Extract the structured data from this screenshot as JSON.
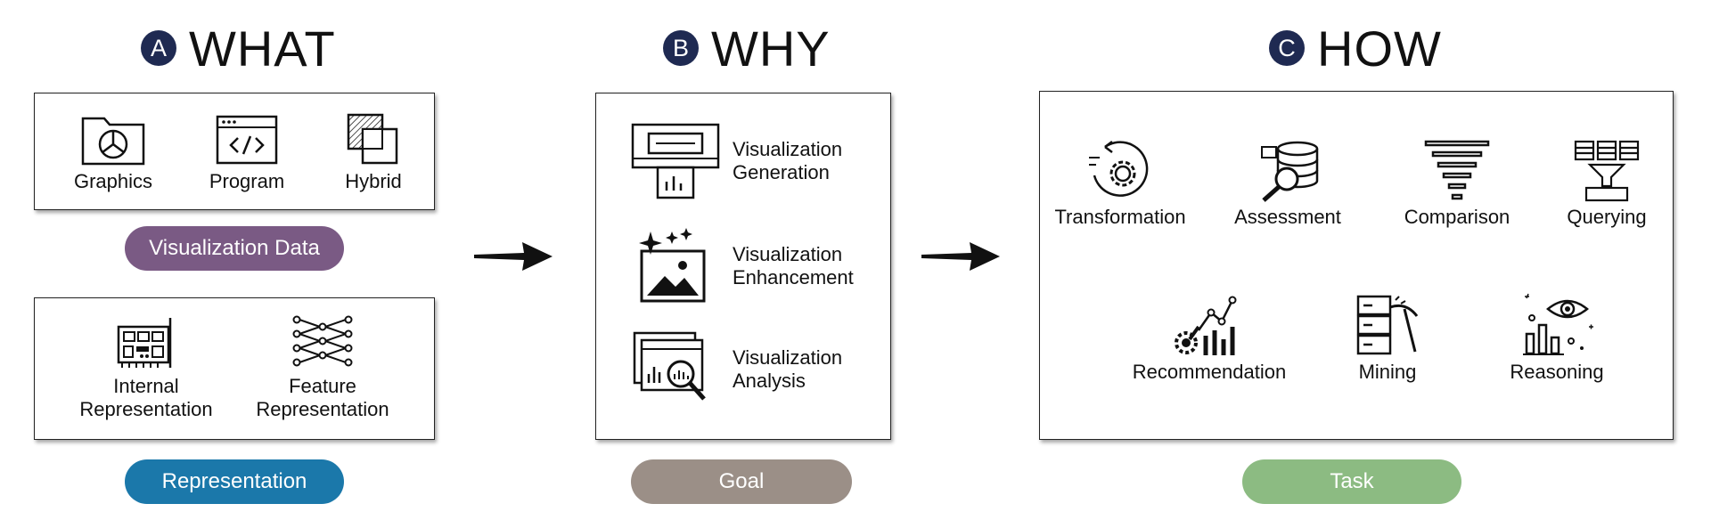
{
  "what": {
    "badge": "A",
    "title": "WHAT",
    "data_items": [
      {
        "icon": "pie-chart-folder-icon",
        "label": "Graphics"
      },
      {
        "icon": "code-window-icon",
        "label": "Program"
      },
      {
        "icon": "hybrid-layers-icon",
        "label": "Hybrid"
      }
    ],
    "data_label": "Visualization Data",
    "data_color": "#7a5a84",
    "rep_items": [
      {
        "icon": "circuit-board-icon",
        "line1": "Internal",
        "line2": "Representation"
      },
      {
        "icon": "neural-network-icon",
        "line1": "Feature",
        "line2": "Representation"
      }
    ],
    "rep_label": "Representation",
    "rep_color": "#1b78aa"
  },
  "why": {
    "badge": "B",
    "title": "WHY",
    "goals": [
      {
        "icon": "chart-generator-icon",
        "line1": "Visualization",
        "line2": "Generation"
      },
      {
        "icon": "sparkle-image-icon",
        "line1": "Visualization",
        "line2": "Enhancement"
      },
      {
        "icon": "chart-magnifier-icon",
        "line1": "Visualization",
        "line2": "Analysis"
      }
    ],
    "label": "Goal",
    "color": "#9b8f87"
  },
  "how": {
    "badge": "C",
    "title": "HOW",
    "tasks_top": [
      {
        "icon": "gear-cycle-icon",
        "label": "Transformation"
      },
      {
        "icon": "database-search-icon",
        "label": "Assessment"
      },
      {
        "icon": "funnel-bars-icon",
        "label": "Comparison"
      },
      {
        "icon": "table-query-icon",
        "label": "Querying"
      }
    ],
    "tasks_bottom": [
      {
        "icon": "gear-chart-icon",
        "label": "Recommendation"
      },
      {
        "icon": "server-pickaxe-icon",
        "label": "Mining"
      },
      {
        "icon": "eye-chart-icon",
        "label": "Reasoning"
      }
    ],
    "label": "Task",
    "color": "#8cbb82"
  }
}
